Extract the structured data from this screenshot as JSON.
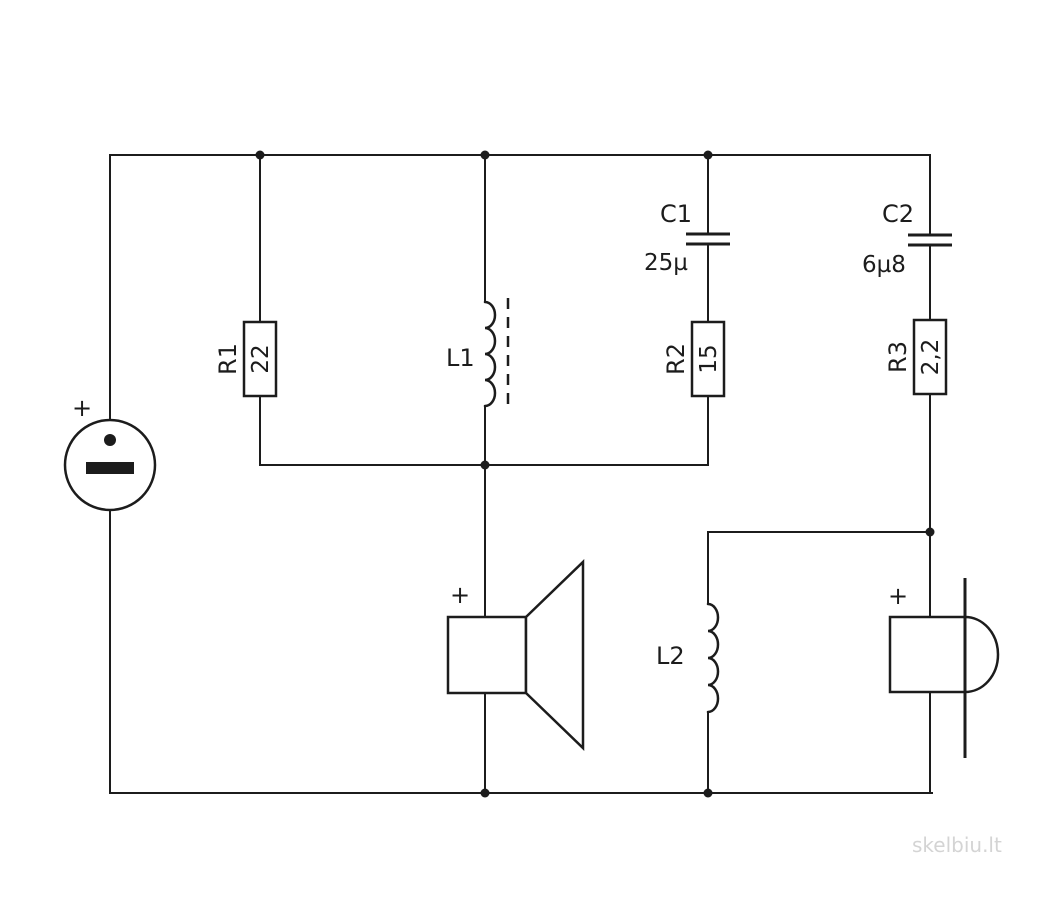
{
  "components": {
    "r1": {
      "label": "R1",
      "value": "22"
    },
    "r2": {
      "label": "R2",
      "value": "15"
    },
    "r3": {
      "label": "R3",
      "value": "2,2"
    },
    "c1": {
      "label": "C1",
      "value": "25µ"
    },
    "c2": {
      "label": "C2",
      "value": "6µ8"
    },
    "l1": {
      "label": "L1"
    },
    "l2": {
      "label": "L2"
    }
  },
  "polarity": {
    "source": "+",
    "speaker": "+",
    "tweeter": "+"
  },
  "watermark": "skelbiu.lt"
}
